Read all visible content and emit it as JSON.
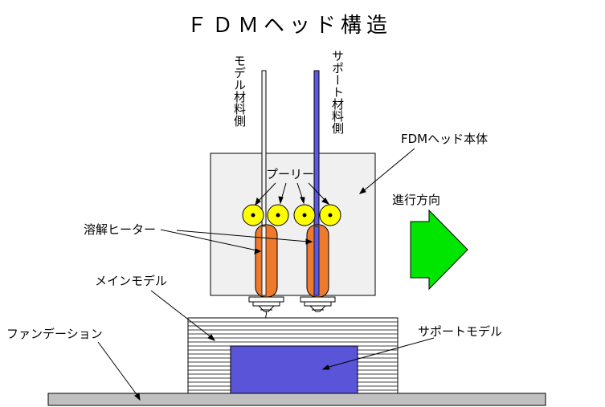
{
  "title": "ＦＤＭヘッド構造",
  "labels": {
    "model_side": "モデル材料側",
    "support_side": "サポート材料側",
    "head_body": "FDMヘッド本体",
    "pulley": "プーリー",
    "heater": "溶解ヒーター",
    "direction": "進行方向",
    "main_model": "メインモデル",
    "foundation": "ファンデーション",
    "support_model": "サポートモデル"
  },
  "colors": {
    "support_filament": "#5a5ae6",
    "support_model": "#5a55d8",
    "heater": "#f07a2c",
    "pulley": "#ffff00",
    "arrow": "#00e600",
    "head_body": "#f0f0f0",
    "base": "#c0c0c0",
    "outline": "#000000"
  },
  "icons": {
    "direction_arrow": "right-arrow-icon",
    "pulley": "pulley-icon",
    "nozzle": "nozzle-icon"
  }
}
